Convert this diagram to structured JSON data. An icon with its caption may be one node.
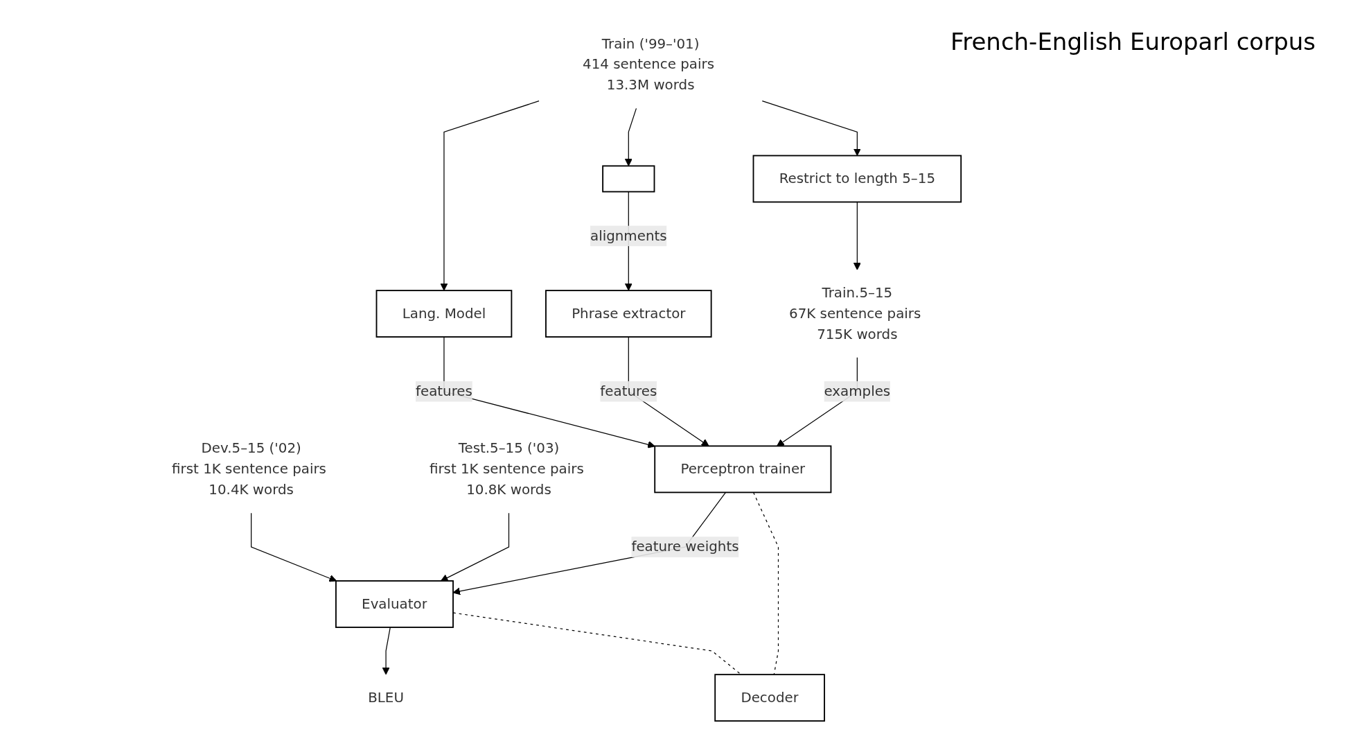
{
  "diagram": {
    "title": "French-English Europarl corpus",
    "nodes": [
      {
        "text": [
          "Train ('99–'01)",
          "414 sentence pairs 13.3M words"
        ]
      },
      {
        "text": [
          "Lang. Model"
        ]
      },
      {
        "text": [],
        "shape": "box"
      },
      {
        "text": [
          "Restrict to length 5–15"
        ]
      },
      {
        "text": [
          "Phrase extractor"
        ]
      },
      {
        "text": [
          "Train.5–15",
          "67K sentence pairs 715K words"
        ]
      },
      {
        "text": [
          "Dev.5–15 ('02)",
          "first 1K sentence pairs 10.4K words"
        ]
      },
      {
        "text": [
          "Test.5–15 ('03)",
          "first 1K sentence pairs 10.8K words"
        ]
      },
      {
        "text": [
          "Perceptron trainer"
        ]
      },
      {
        "text": [
          "Evaluator"
        ]
      },
      {
        "text": [
          "BLEU"
        ]
      },
      {
        "text": [
          "Decoder"
        ]
      }
    ],
    "edges": [
      {
        "from": 0,
        "to": 1,
        "arrow": "to"
      },
      {
        "from": 0,
        "to": 2,
        "arrow": "to"
      },
      {
        "from": 0,
        "to": 3,
        "arrow": "to"
      },
      {
        "from": 2,
        "to": 4,
        "arrow": "to",
        "label": "alignments"
      },
      {
        "from": 3,
        "to": 5,
        "arrow": "to"
      },
      {
        "from": 1,
        "to": 8,
        "arrow": "to",
        "label": "features"
      },
      {
        "from": 4,
        "to": 8,
        "arrow": "to",
        "label": "features"
      },
      {
        "from": 5,
        "to": 8,
        "arrow": "to",
        "label": "examples"
      },
      {
        "from": 6,
        "to": 9,
        "arrow": "to"
      },
      {
        "from": 7,
        "to": 9,
        "arrow": "to"
      },
      {
        "from": 8,
        "to": 9,
        "arrow": "to",
        "label": "feature weights"
      },
      {
        "from": 9,
        "to": 10,
        "arrow": "to"
      },
      {
        "from": 8,
        "to": 11,
        "arrow": "none",
        "style": "dashed"
      },
      {
        "from": 9,
        "to": 11,
        "arrow": "none",
        "style": "dashed"
      }
    ]
  }
}
